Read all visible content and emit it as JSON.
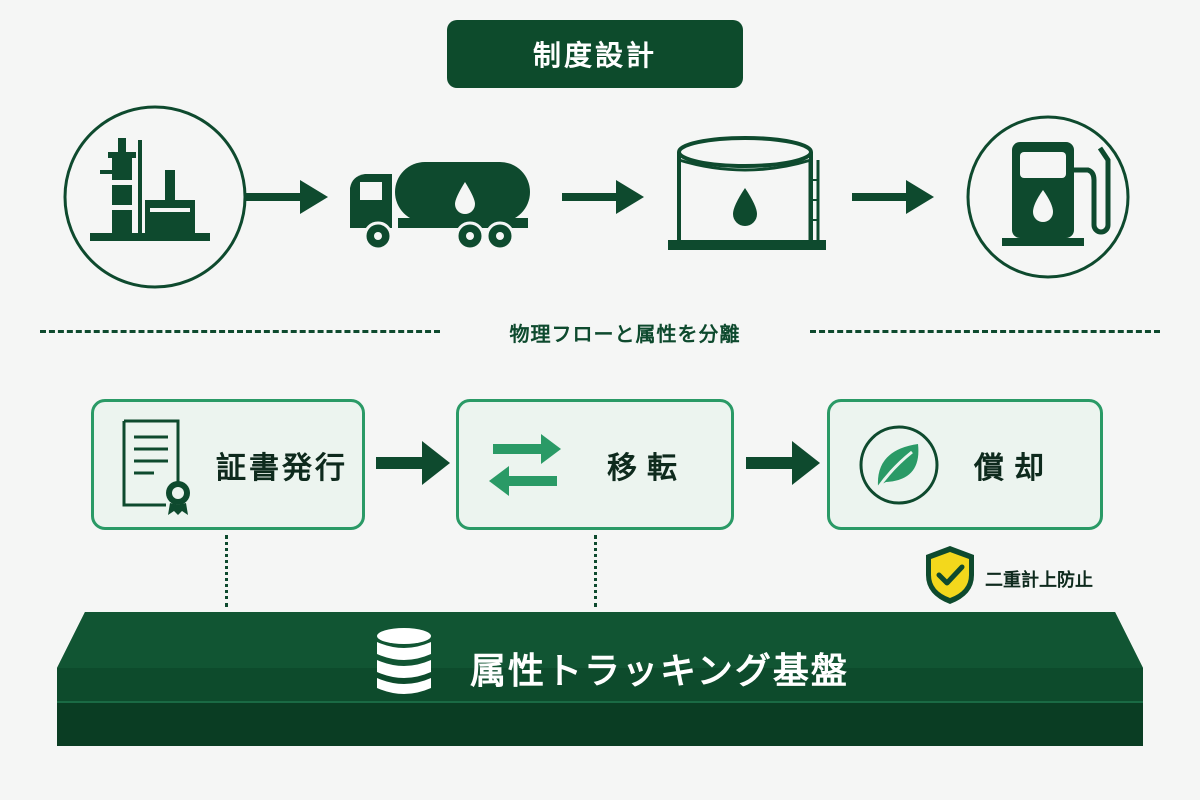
{
  "title": "制度設計",
  "physical_flow": {
    "icons": [
      "refinery-icon",
      "tanker-truck-icon",
      "storage-tank-icon",
      "fuel-pump-icon"
    ]
  },
  "divider_label": "物理フローと属性を分離",
  "attribute_flow": [
    {
      "label": "証書発行",
      "icon": "certificate-icon"
    },
    {
      "label": "移転",
      "icon": "transfer-arrows-icon"
    },
    {
      "label": "償却",
      "icon": "leaf-icon"
    }
  ],
  "badge": {
    "label": "二重計上防止",
    "icon": "shield-check-icon"
  },
  "platform": {
    "label": "属性トラッキング基盤",
    "icon": "database-icon"
  },
  "colors": {
    "dark_green": "#0d4b2c",
    "accent_green": "#2a9a66",
    "box_fill": "#ecf4ef",
    "shield_yellow": "#f3d81c"
  }
}
